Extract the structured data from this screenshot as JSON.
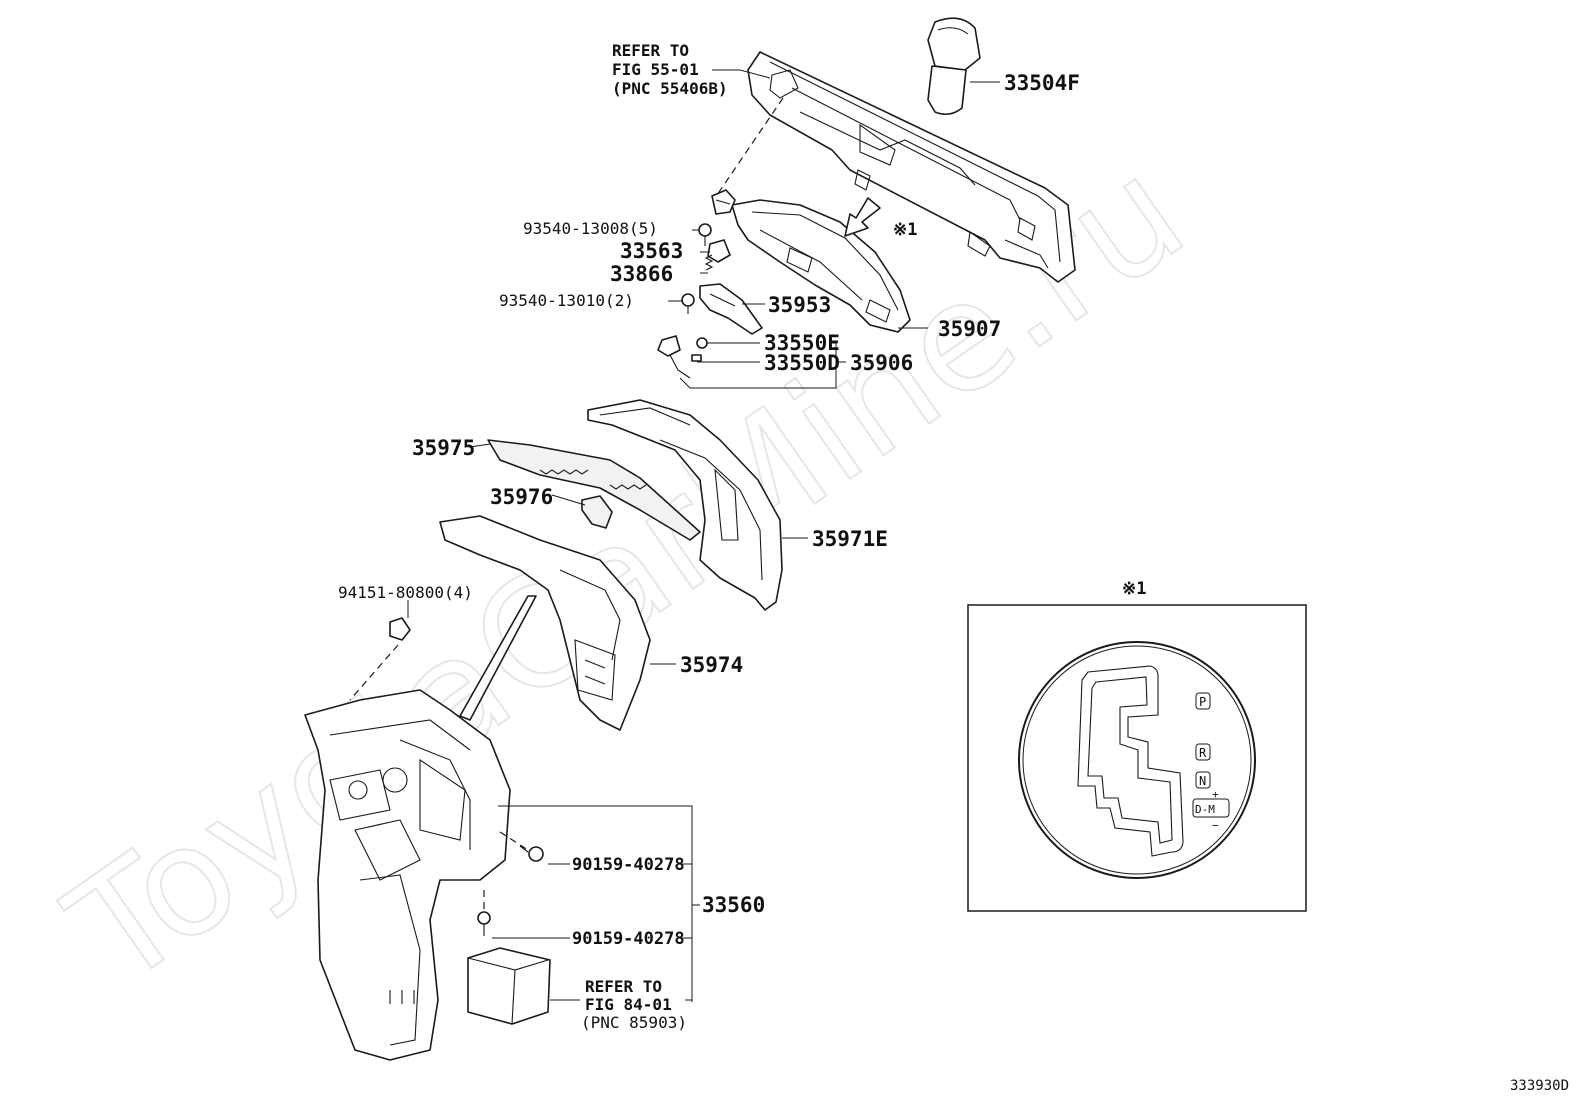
{
  "watermark": "ToyotaCarMine.ru",
  "figure_code": "333930D",
  "callouts": {
    "refer_top": [
      "REFER TO",
      "FIG 55-01",
      "(PNC 55406B)"
    ],
    "p33504F": "33504F",
    "p93540_13008": "93540-13008(5)",
    "note_ref": "※1",
    "p33563": "33563",
    "p33866": "33866",
    "p93540_13010": "93540-13010(2)",
    "p35953": "35953",
    "p35907": "35907",
    "p33550E": "33550E",
    "p33550D": "33550D",
    "p35906": "35906",
    "p35975": "35975",
    "p35976": "35976",
    "p35971E": "35971E",
    "p94151": "94151-80800(4)",
    "p35974": "35974",
    "p90159_a": "90159-40278",
    "p90159_b": "90159-40278",
    "p33560": "33560",
    "refer_bottom": [
      "REFER TO",
      "FIG 84-01",
      "(PNC 85903)"
    ]
  },
  "inset": {
    "title": "※1",
    "positions": [
      "P",
      "R",
      "N",
      "D-M"
    ],
    "plus": "+",
    "minus": "−"
  }
}
